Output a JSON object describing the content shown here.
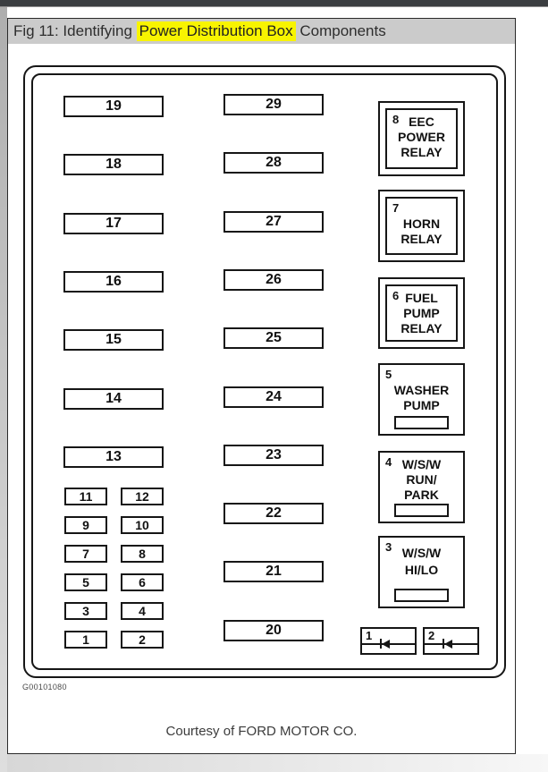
{
  "colors": {
    "topbar_bg": "#3b3e41",
    "titlebar_bg": "#cbcbcb",
    "highlight": "#f8f400",
    "ink": "#161616"
  },
  "header": {
    "title_prefix": "Fig 11: Identifying ",
    "title_highlight": "Power Distribution Box",
    "title_suffix": " Components"
  },
  "diagram": {
    "left_column_fuses": [
      "19",
      "18",
      "17",
      "16",
      "15",
      "14",
      "13"
    ],
    "small_fuse_rows": [
      [
        "11",
        "12"
      ],
      [
        "9",
        "10"
      ],
      [
        "7",
        "8"
      ],
      [
        "5",
        "6"
      ],
      [
        "3",
        "4"
      ],
      [
        "1",
        "2"
      ]
    ],
    "middle_column_fuses": [
      "29",
      "28",
      "27",
      "26",
      "25",
      "24",
      "23",
      "22",
      "21",
      "20"
    ],
    "relays": [
      {
        "number": "8",
        "lines": [
          "EEC",
          "POWER",
          "RELAY"
        ]
      },
      {
        "number": "7",
        "lines": [
          "HORN",
          "RELAY"
        ]
      },
      {
        "number": "6",
        "lines": [
          "FUEL",
          "PUMP",
          "RELAY"
        ]
      },
      {
        "number": "5",
        "lines": [
          "WASHER",
          "PUMP"
        ]
      },
      {
        "number": "4",
        "lines": [
          "W/S/W",
          "RUN/",
          "PARK"
        ]
      },
      {
        "number": "3",
        "lines": [
          "W/S/W",
          "HI/LO"
        ]
      }
    ],
    "diodes": [
      {
        "number": "1"
      },
      {
        "number": "2"
      }
    ]
  },
  "footer": {
    "figure_code": "G00101080",
    "courtesy": "Courtesy of FORD MOTOR CO."
  }
}
